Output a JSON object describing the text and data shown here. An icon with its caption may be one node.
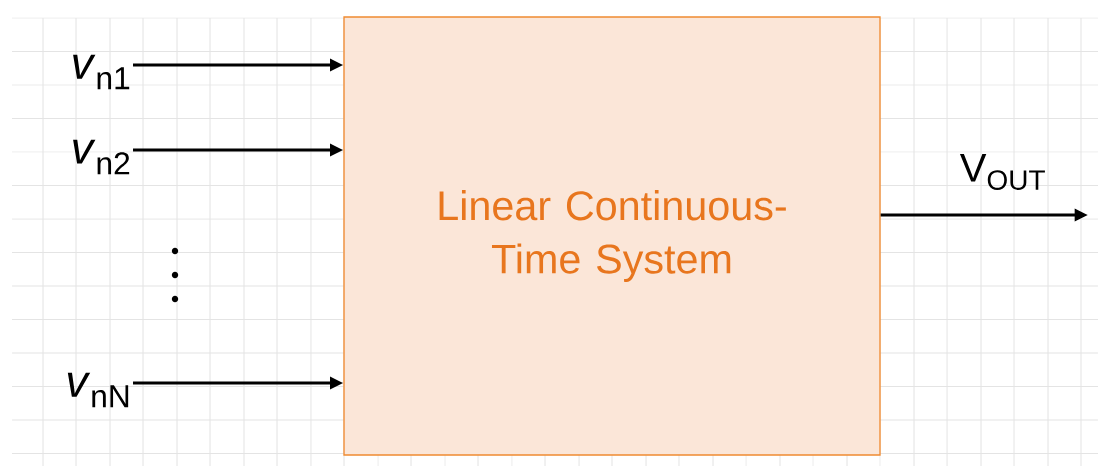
{
  "diagram": {
    "nodes": [
      {
        "text": [
          "Linear Continuous-Time System"
        ]
      },
      {
        "text": [
          "*v*$_{n1}$"
        ]
      },
      {
        "text": [
          "*v*$_{n2}$"
        ]
      },
      {
        "text": [
          "*v*$_{nN}$"
        ]
      }
    ],
    "edges": [
      {
        "from": 1,
        "to": 0,
        "arrow": "to"
      },
      {
        "from": 2,
        "to": 0,
        "arrow": "to"
      },
      {
        "from": 3,
        "to": 0,
        "arrow": "to"
      },
      {
        "from": 0,
        "to": null,
        "arrow": "to",
        "label": "V$_{OUT}$"
      }
    ]
  }
}
